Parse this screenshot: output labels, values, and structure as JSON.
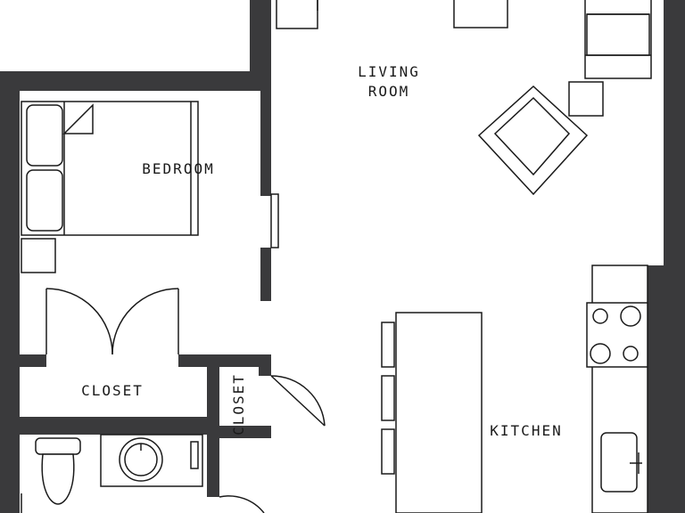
{
  "rooms": {
    "living_room": {
      "line1": "LIVING",
      "line2": "ROOM"
    },
    "bedroom": "BEDROOM",
    "closet_main": "CLOSET",
    "closet_small": "CLOSET",
    "kitchen": "KITCHEN"
  },
  "colors": {
    "wall": "#3a3a3c",
    "line": "#1a1a1a",
    "background": "#ffffff"
  }
}
